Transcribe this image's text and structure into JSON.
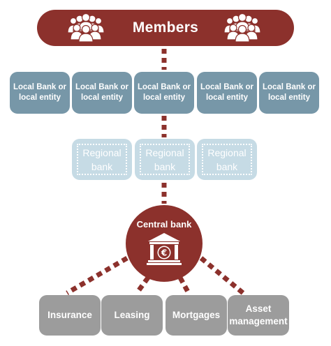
{
  "colors": {
    "members": "#8c312c",
    "local_bank": "#7797a8",
    "regional_bank": "#c6dbe5",
    "central_bank": "#8c312c",
    "service": "#9c9c9c",
    "connector": "#8c312c"
  },
  "members": {
    "label": "Members",
    "icon": "group-of-people-icon"
  },
  "local_banks": [
    {
      "label": "Local Bank or local entity"
    },
    {
      "label": "Local Bank or local entity"
    },
    {
      "label": "Local Bank or local entity"
    },
    {
      "label": "Local Bank or local entity"
    },
    {
      "label": "Local Bank or local entity"
    }
  ],
  "regional_banks": [
    {
      "label": "Regional bank"
    },
    {
      "label": "Regional bank"
    },
    {
      "label": "Regional bank"
    }
  ],
  "central_bank": {
    "label": "Central bank",
    "icon": "bank-building-euro-icon",
    "icon_symbol": "€"
  },
  "services": [
    {
      "label": "Insurance"
    },
    {
      "label": "Leasing"
    },
    {
      "label": "Mortgages"
    },
    {
      "label": "Asset management"
    }
  ]
}
